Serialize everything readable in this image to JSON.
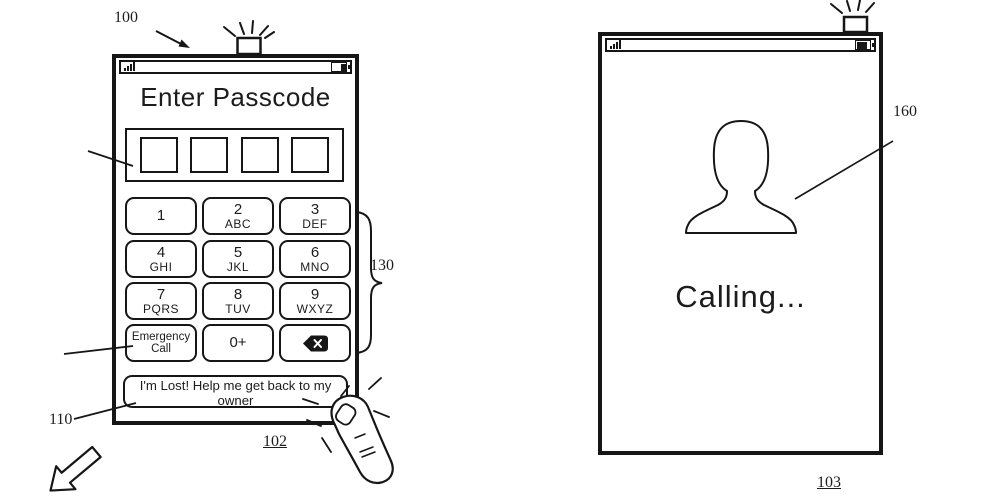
{
  "left_phone": {
    "title": "Enter Passcode",
    "passcode_slots": 4,
    "banner": "I'm Lost! Help me get back to my owner",
    "keys": [
      {
        "main": "1",
        "sub": ""
      },
      {
        "main": "2",
        "sub": "ABC"
      },
      {
        "main": "3",
        "sub": "DEF"
      },
      {
        "main": "4",
        "sub": "GHI"
      },
      {
        "main": "5",
        "sub": "JKL"
      },
      {
        "main": "6",
        "sub": "MNO"
      },
      {
        "main": "7",
        "sub": "PQRS"
      },
      {
        "main": "8",
        "sub": "TUV"
      },
      {
        "main": "9",
        "sub": "WXYZ"
      },
      {
        "main": "Emergency",
        "sub": "Call"
      },
      {
        "main": "0+",
        "sub": ""
      },
      {
        "main": "",
        "sub": "",
        "icon": "backspace-icon"
      }
    ]
  },
  "right_phone": {
    "status_text": "Calling...",
    "avatar_icon": "person-silhouette"
  },
  "refs": {
    "device": "100",
    "banner": "110",
    "keypad": "130",
    "left_screen": "102",
    "avatar": "160",
    "right_screen": "103"
  },
  "colors": {
    "ink": "#1c1c1c",
    "paper": "#ffffff"
  }
}
